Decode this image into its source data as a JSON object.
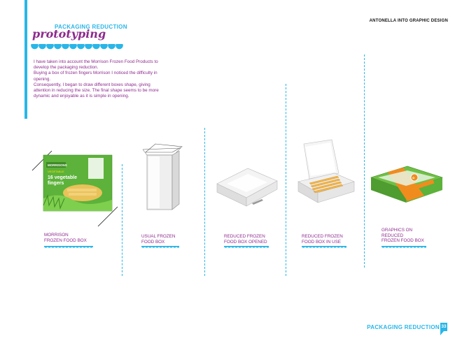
{
  "header": {
    "kicker": "PACKAGING REDUCTION",
    "title": "prototyping",
    "brand": "ANTONELLA INTO GRAPHIC DESIGN"
  },
  "intro": [
    "I have taken into account the Morrison Frozen Food Products to develop the packaging reduction.",
    "Buying a box of frozen fingers Morrison I noticed the difficulty in opening.",
    "Consequently, I began to draw different boxes shape, giving attention in reducing the size. The final shape seems to be more dynamic and enjoyable as it is simple in opening."
  ],
  "product_box": {
    "brand": "MORRISONS",
    "badge": "VEGETABLE",
    "line1": "16 vegetable",
    "line2": "fingers"
  },
  "captions": [
    "MORRISON\nFROZEN FOOD BOX",
    "USUAL FROZEN\nFOOD BOX",
    "REDUCED FROZEN\nFOOD BOX OPENED",
    "REDUCED FROZEN\nFOOD BOX IN USE",
    "GRAPHICS ON\nREDUCED\nFROZEN FOOD BOX"
  ],
  "footer": {
    "section": "PACKAGING REDUCTION",
    "page": "33"
  },
  "colors": {
    "accent_blue": "#29b6e8",
    "accent_purple": "#8d2b8e",
    "product_green": "#5cb23a",
    "product_orange": "#f08c1e"
  }
}
